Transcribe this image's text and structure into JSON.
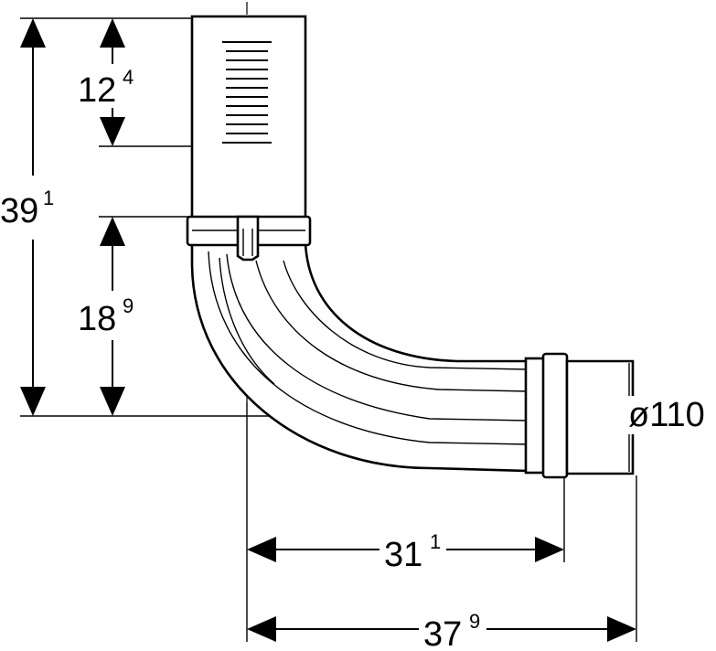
{
  "dimensions": {
    "overall_height": {
      "main": "39",
      "sup": "1"
    },
    "upper_segment": {
      "main": "12",
      "sup": "4"
    },
    "lower_segment": {
      "main": "18",
      "sup": "9"
    },
    "horizontal_inner": {
      "main": "31",
      "sup": "1"
    },
    "horizontal_outer": {
      "main": "37",
      "sup": "9"
    },
    "diameter": "ø110"
  }
}
